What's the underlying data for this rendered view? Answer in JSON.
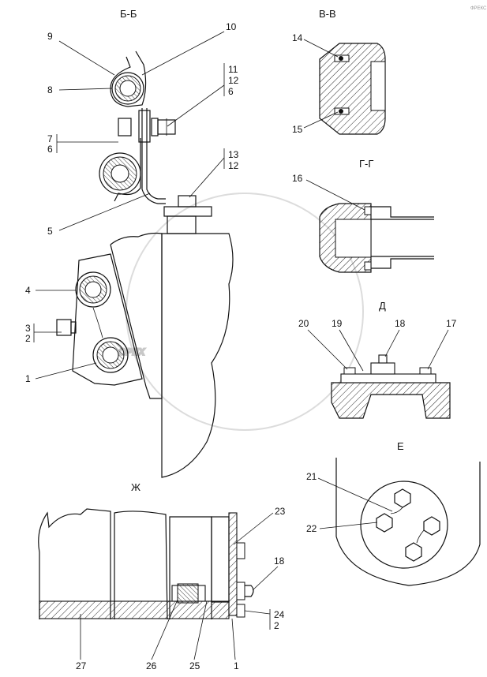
{
  "watermark": "OPEX",
  "corner_mark": "ФРЕКС",
  "views": {
    "bb": "Б-Б",
    "vv": "В-В",
    "gg": "Г-Г",
    "d": "Д",
    "e": "Е",
    "zh": "Ж"
  },
  "callouts": {
    "c9": "9",
    "c10": "10",
    "c8": "8",
    "c11": "11",
    "c12a": "12",
    "c6a": "6",
    "c7": "7",
    "c6b": "6",
    "c13": "13",
    "c12b": "12",
    "c5": "5",
    "c4": "4",
    "c3": "3",
    "c2a": "2",
    "c1a": "1",
    "c14": "14",
    "c15": "15",
    "c16": "16",
    "c20": "20",
    "c19": "19",
    "c18a": "18",
    "c17": "17",
    "c21": "21",
    "c22": "22",
    "c23": "23",
    "c18b": "18",
    "c24": "24",
    "c2b": "2",
    "c27": "27",
    "c26": "26",
    "c25": "25",
    "c1b": "1"
  }
}
